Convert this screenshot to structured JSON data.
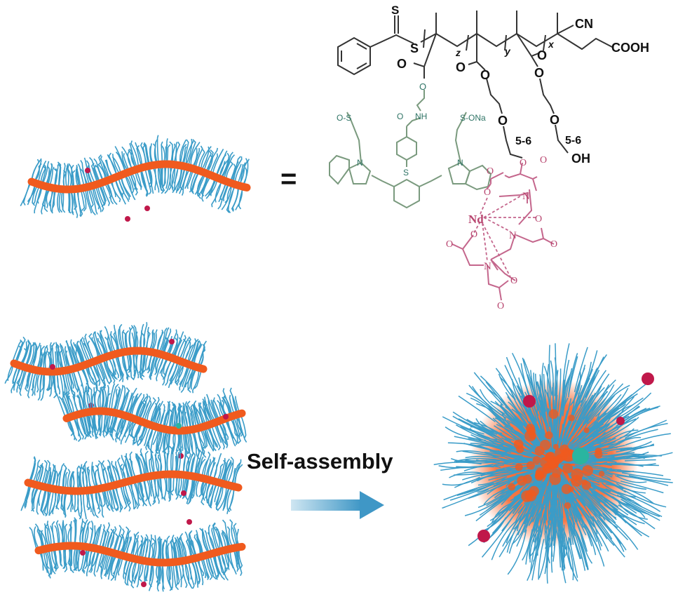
{
  "figure": {
    "equals_sign": "=",
    "arrow_label": "Self-assembly"
  },
  "structure": {
    "thio_S": "S",
    "chain_S": "S",
    "cn": "CN",
    "cooh": "COOH",
    "sub_z": "z",
    "sub_y": "y",
    "sub_x": "x",
    "carbonyl_O": "O",
    "ester_O": "O",
    "peg1_O1": "O",
    "peg1_O2": "O",
    "peg1_repeat": "5-6",
    "peg2_O1": "O",
    "peg2_O2": "O",
    "peg2_carbonyl": "O",
    "peg2_repeat": "5-6",
    "oh": "OH",
    "dye_O_link": "O",
    "dye_amide_O": "O",
    "dye_nh": "NH",
    "dye_S": "S",
    "dye_sulfonate_left": "O-S",
    "dye_sulfonate_right": "S-ONa",
    "dye_N_left": "N",
    "dye_N_right": "N",
    "chelate_metal": "Nd",
    "chelate_N1": "N",
    "chelate_N2": "N",
    "chelate_N3": "N",
    "chelate_O": [
      "O",
      "O",
      "O",
      "O",
      "O",
      "O",
      "O",
      "O",
      "O",
      "O"
    ]
  },
  "colors": {
    "backbone": "#111111",
    "dye": "#2f7466",
    "chelate": "#b8456f",
    "polymer_core": "#f05a1e",
    "polymer_brush": "#3a9cc8",
    "metal_dot": "#c0184a",
    "dye_dot": "#2ab5a0"
  }
}
